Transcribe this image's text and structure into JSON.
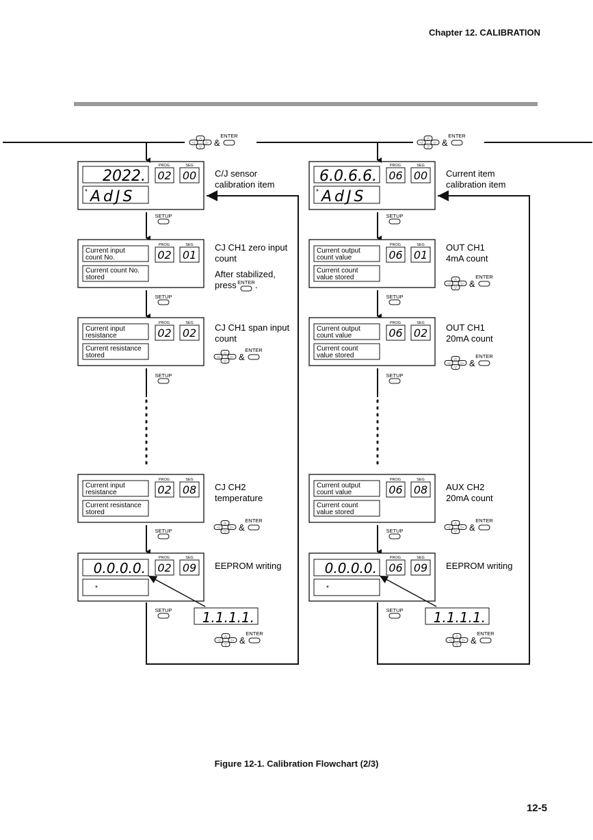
{
  "header": {
    "chapter": "Chapter 12.  CALIBRATION"
  },
  "caption": "Figure 12-1.  Calibration Flowchart (2/3)",
  "page_number": "12-5",
  "keys": {
    "setup": "SETUP",
    "enter": "ENTER",
    "amp": "&",
    "prog": "PROG",
    "seg": "SEG",
    "up": "△",
    "down": "▽",
    "left": "◁",
    "right": "▷"
  },
  "left_column": {
    "item": {
      "pv": "2022.",
      "prog": "02",
      "seg": "00",
      "star": "*",
      "sv": "AdJS",
      "desc": [
        "C/J sensor",
        "calibration item"
      ]
    },
    "step1": {
      "line1": [
        "Current input",
        "count No."
      ],
      "line2": [
        "Current count No.",
        "stored"
      ],
      "prog": "02",
      "seg": "01",
      "desc": [
        "CJ CH1 zero input",
        "count"
      ],
      "note": [
        "After stabilized,",
        "press",
        "."
      ]
    },
    "step2": {
      "line1": [
        "Current input",
        "resistance"
      ],
      "line2": [
        "Current resistance",
        "stored"
      ],
      "prog": "02",
      "seg": "02",
      "desc": [
        "CJ CH1 span input",
        "count"
      ]
    },
    "step3": {
      "line1": [
        "Current input",
        "resistance"
      ],
      "line2": [
        "Current resistance",
        "stored"
      ],
      "prog": "02",
      "seg": "08",
      "desc": [
        "CJ CH2",
        "temperature"
      ]
    },
    "eeprom": {
      "pv": "0.0.0.0.",
      "prog": "02",
      "seg": "09",
      "star": "*",
      "desc": "EEPROM writing",
      "result": "1.1.1.1."
    }
  },
  "right_column": {
    "item": {
      "pv": "6.0.6.6.",
      "prog": "06",
      "seg": "00",
      "star": "*",
      "sv": "AdJS",
      "desc": [
        "Current item",
        "calibration item"
      ]
    },
    "step1": {
      "line1": [
        "Current output",
        "count value"
      ],
      "line2": [
        "Current count",
        "value stored"
      ],
      "prog": "06",
      "seg": "01",
      "desc": [
        "OUT CH1",
        "4mA count"
      ]
    },
    "step2": {
      "line1": [
        "Current output",
        "count value"
      ],
      "line2": [
        "Current count",
        "value stored"
      ],
      "prog": "06",
      "seg": "02",
      "desc": [
        "OUT CH1",
        "20mA count"
      ]
    },
    "step3": {
      "line1": [
        "Current output",
        "count value"
      ],
      "line2": [
        "Current count",
        "value stored"
      ],
      "prog": "06",
      "seg": "08",
      "desc": [
        "AUX CH2",
        "20mA count"
      ]
    },
    "eeprom": {
      "pv": "0.0.0.0.",
      "prog": "06",
      "seg": "09",
      "star": "*",
      "desc": "EEPROM writing",
      "result": "1.1.1.1."
    }
  }
}
